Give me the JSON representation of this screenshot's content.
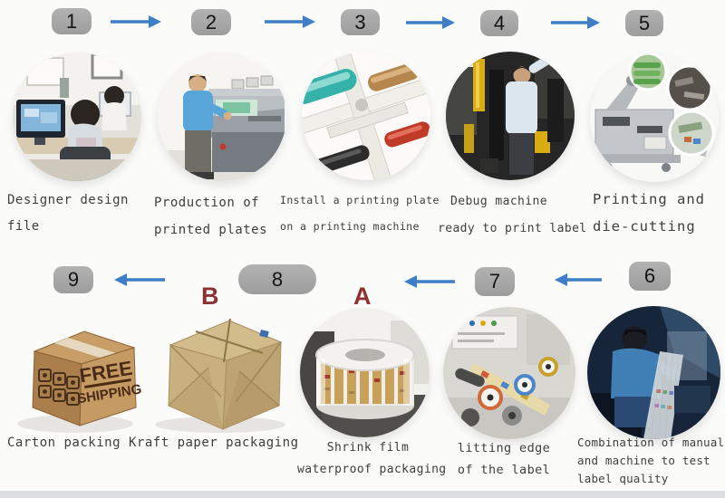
{
  "colors": {
    "arrow": "#3d7ec6",
    "badge_bg": "#a6a6a6",
    "badge_text": "#141414",
    "letter_red": "#8e3132",
    "label_text": "#3e3e3e"
  },
  "top_steps": [
    {
      "badge": "1",
      "photo": "designer-office",
      "lines": [
        "Designer design",
        "file"
      ]
    },
    {
      "badge": "2",
      "photo": "plate-production-machine",
      "lines": [
        "Production of",
        "printed plates"
      ]
    },
    {
      "badge": "3",
      "photo": "printing-press-rollers",
      "lines": [
        "Install a printing plate",
        "on a printing machine"
      ]
    },
    {
      "badge": "4",
      "photo": "debug-machine-operator",
      "lines": [
        "Debug machine",
        "ready to print label"
      ]
    },
    {
      "badge": "5",
      "photo": "die-cutting-machine",
      "lines": [
        "Printing and",
        "die-cutting"
      ]
    }
  ],
  "bottom_steps": [
    {
      "badge": "9",
      "photo": "carton-box",
      "lines": [
        "Carton packing"
      ]
    },
    {
      "letter": "B",
      "photo": "kraft-paper-package",
      "lines": [
        "Kraft paper packaging"
      ]
    },
    {
      "badge": "8",
      "letter": "A",
      "photo": "shrink-film-roll",
      "lines": [
        "Shrink film",
        "waterproof packaging"
      ]
    },
    {
      "badge": "7",
      "photo": "label-slitting-machine",
      "lines": [
        "litting edge",
        "of the label"
      ]
    },
    {
      "badge": "6",
      "photo": "label-quality-inspection",
      "lines": [
        "Combination of manual",
        "and machine to test",
        "label quality"
      ]
    }
  ],
  "carton_text": {
    "line1": "FREE",
    "line2": "SHIPPING"
  }
}
